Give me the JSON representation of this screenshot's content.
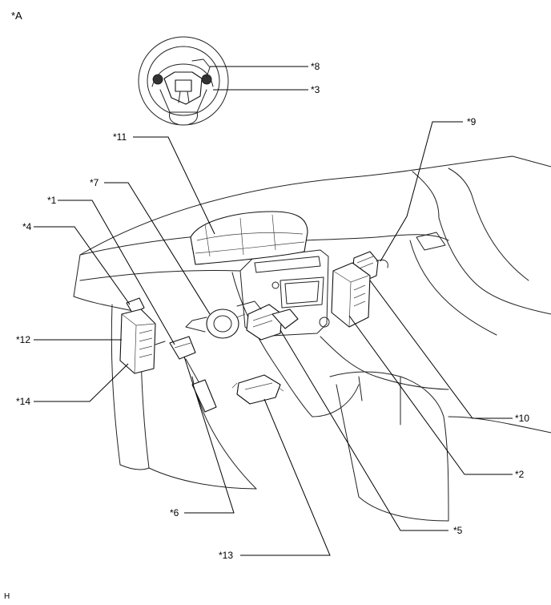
{
  "sheet_label": "*A",
  "footer_code": "H",
  "callouts": {
    "c1": "*1",
    "c2": "*2",
    "c3": "*3",
    "c4": "*4",
    "c5": "*5",
    "c6": "*6",
    "c7": "*7",
    "c8": "*8",
    "c9": "*9",
    "c10": "*10",
    "c11": "*11",
    "c12": "*12",
    "c13": "*13",
    "c14": "*14"
  }
}
